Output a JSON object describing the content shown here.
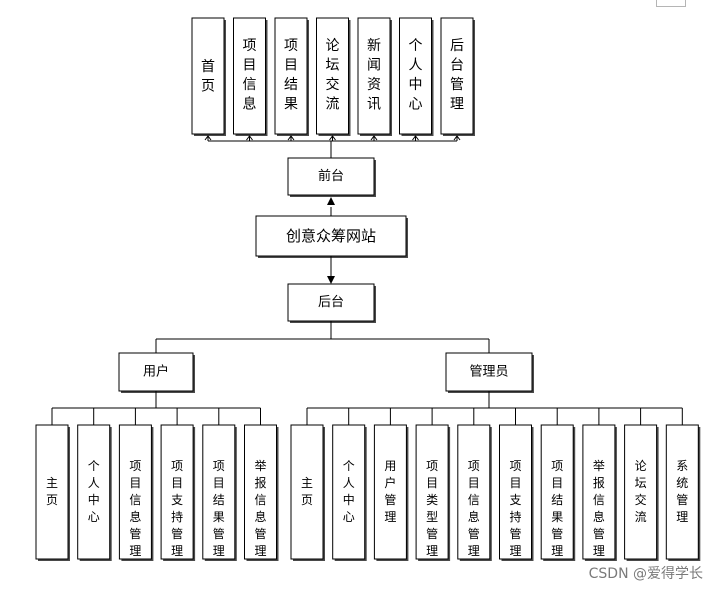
{
  "diagram": {
    "root": "创意众筹网站",
    "frontend": {
      "label": "前台",
      "modules": [
        "首页",
        "项目信息",
        "项目结果",
        "论坛交流",
        "新闻资讯",
        "个人中心",
        "后台管理"
      ]
    },
    "backend": {
      "label": "后台",
      "roles": [
        {
          "label": "用户",
          "modules": [
            "主页",
            "个人中心",
            "项目信息管理",
            "项目支持管理",
            "项目结果管理",
            "举报信息管理"
          ]
        },
        {
          "label": "管理员",
          "modules": [
            "主页",
            "个人中心",
            "用户管理",
            "项目类型管理",
            "项目信息管理",
            "项目支持管理",
            "项目结果管理",
            "举报信息管理",
            "论坛交流",
            "系统管理"
          ]
        }
      ]
    }
  },
  "watermark": "CSDN @爱得学长"
}
